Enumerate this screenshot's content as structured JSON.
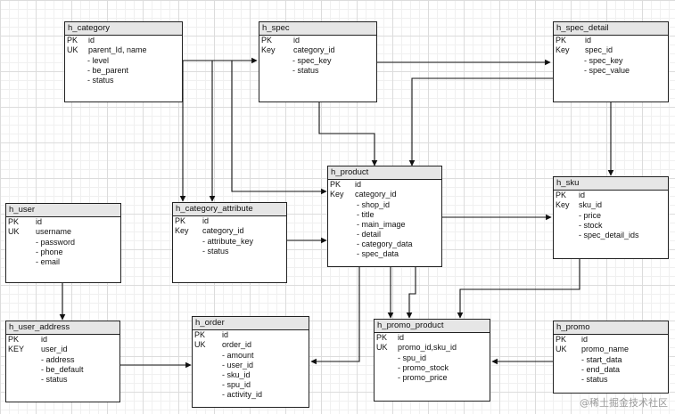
{
  "accent_color": "#111111",
  "entities": [
    {
      "id": "h_category",
      "title": "h_category",
      "keys": [
        {
          "k": "PK",
          "v": "id"
        },
        {
          "k": "UK",
          "v": "parent_Id, name"
        }
      ],
      "attrs": [
        "- level",
        "- be_parent",
        "- status"
      ]
    },
    {
      "id": "h_spec",
      "title": "h_spec",
      "keys": [
        {
          "k": "PK",
          "v": "id"
        },
        {
          "k": "Key",
          "v": "category_id"
        }
      ],
      "attrs": [
        "- spec_key",
        "- status"
      ]
    },
    {
      "id": "h_spec_detail",
      "title": "h_spec_detail",
      "keys": [
        {
          "k": "PK",
          "v": "id"
        },
        {
          "k": "Key",
          "v": "spec_id"
        }
      ],
      "attrs": [
        "- spec_key",
        "- spec_value"
      ]
    },
    {
      "id": "h_product",
      "title": "h_product",
      "keys": [
        {
          "k": "PK",
          "v": "id"
        },
        {
          "k": "Key",
          "v": "category_id"
        }
      ],
      "attrs": [
        "- shop_id",
        "- title",
        "- main_image",
        "- detail",
        "- category_data",
        "- spec_data"
      ]
    },
    {
      "id": "h_sku",
      "title": "h_sku",
      "keys": [
        {
          "k": "PK",
          "v": "id"
        },
        {
          "k": "Key",
          "v": "sku_id"
        }
      ],
      "attrs": [
        "- price",
        "- stock",
        "- spec_detail_ids"
      ]
    },
    {
      "id": "h_user",
      "title": "h_user",
      "keys": [
        {
          "k": "PK",
          "v": "id"
        },
        {
          "k": "UK",
          "v": "username"
        }
      ],
      "attrs": [
        "- password",
        "- phone",
        "- email"
      ]
    },
    {
      "id": "h_category_attribute",
      "title": "h_category_attribute",
      "keys": [
        {
          "k": "PK",
          "v": "id"
        },
        {
          "k": "Key",
          "v": "category_id"
        }
      ],
      "attrs": [
        "- attribute_key",
        "- status"
      ]
    },
    {
      "id": "h_user_address",
      "title": "h_user_address",
      "keys": [
        {
          "k": "PK",
          "v": "id"
        },
        {
          "k": "KEY",
          "v": "user_id"
        }
      ],
      "attrs": [
        "- address",
        "- be_default",
        "- status"
      ]
    },
    {
      "id": "h_order",
      "title": "h_order",
      "keys": [
        {
          "k": "PK",
          "v": "id"
        },
        {
          "k": "UK",
          "v": "order_id"
        }
      ],
      "attrs": [
        "- amount",
        "- user_id",
        "- sku_id",
        "- spu_id",
        "- activity_id"
      ]
    },
    {
      "id": "h_promo_product",
      "title": "h_promo_product",
      "keys": [
        {
          "k": "PK",
          "v": "id"
        },
        {
          "k": "UK",
          "v": "promo_id,sku_id"
        }
      ],
      "attrs": [
        "- spu_id",
        "- promo_stock",
        "- promo_price"
      ]
    },
    {
      "id": "h_promo",
      "title": "h_promo",
      "keys": [
        {
          "k": "PK",
          "v": "id"
        },
        {
          "k": "UK",
          "v": "promo_name"
        }
      ],
      "attrs": [
        "- start_data",
        "- end_data",
        "- status"
      ]
    }
  ],
  "relations": [
    {
      "from": "h_category",
      "to": "h_spec"
    },
    {
      "from": "h_category",
      "to": "h_category_attribute"
    },
    {
      "from": "h_category",
      "to": "h_product"
    },
    {
      "from": "h_spec",
      "to": "h_spec_detail"
    },
    {
      "from": "h_spec",
      "to": "h_product"
    },
    {
      "from": "h_spec_detail",
      "to": "h_product"
    },
    {
      "from": "h_spec_detail",
      "to": "h_sku"
    },
    {
      "from": "h_category_attribute",
      "to": "h_product"
    },
    {
      "from": "h_product",
      "to": "h_sku"
    },
    {
      "from": "h_product",
      "to": "h_promo_product"
    },
    {
      "from": "h_product",
      "to": "h_order"
    },
    {
      "from": "h_sku",
      "to": "h_promo_product"
    },
    {
      "from": "h_user",
      "to": "h_user_address"
    },
    {
      "from": "h_user_address",
      "to": "h_order"
    },
    {
      "from": "h_promo",
      "to": "h_promo_product"
    }
  ],
  "watermark": "@稀土掘金技术社区"
}
